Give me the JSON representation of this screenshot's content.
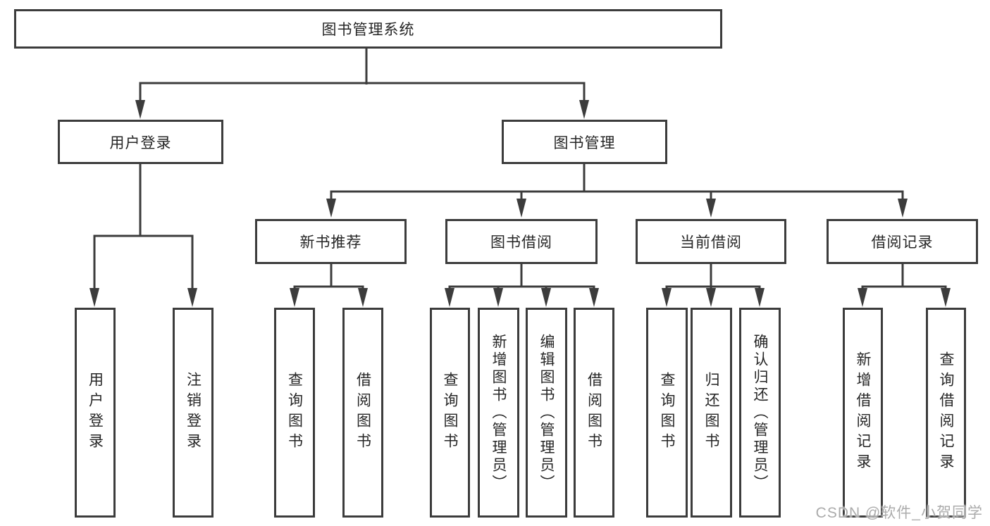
{
  "diagram_title": "图书管理系统",
  "tree": {
    "root": {
      "label": "图书管理系统",
      "children": [
        {
          "label": "用户登录",
          "children": [
            {
              "label": "用户登录"
            },
            {
              "label": "注销登录"
            }
          ]
        },
        {
          "label": "图书管理",
          "children": [
            {
              "label": "新书推荐",
              "children": [
                {
                  "label": "查询图书"
                },
                {
                  "label": "借阅图书"
                }
              ]
            },
            {
              "label": "图书借阅",
              "children": [
                {
                  "label": "查询图书"
                },
                {
                  "label": "新增图书（管理员）"
                },
                {
                  "label": "编辑图书（管理员）"
                },
                {
                  "label": "借阅图书"
                }
              ]
            },
            {
              "label": "当前借阅",
              "children": [
                {
                  "label": "查询图书"
                },
                {
                  "label": "归还图书"
                },
                {
                  "label": "确认归还（管理员）"
                }
              ]
            },
            {
              "label": "借阅记录",
              "children": [
                {
                  "label": "新增借阅记录"
                },
                {
                  "label": "查询借阅记录"
                }
              ]
            }
          ]
        }
      ]
    }
  },
  "watermark": {
    "text": "CSDN @软件_小贺同学"
  },
  "colors": {
    "line": "#3c3c3c",
    "text": "#262626",
    "background": "#ffffff",
    "watermark": "#ababab"
  }
}
